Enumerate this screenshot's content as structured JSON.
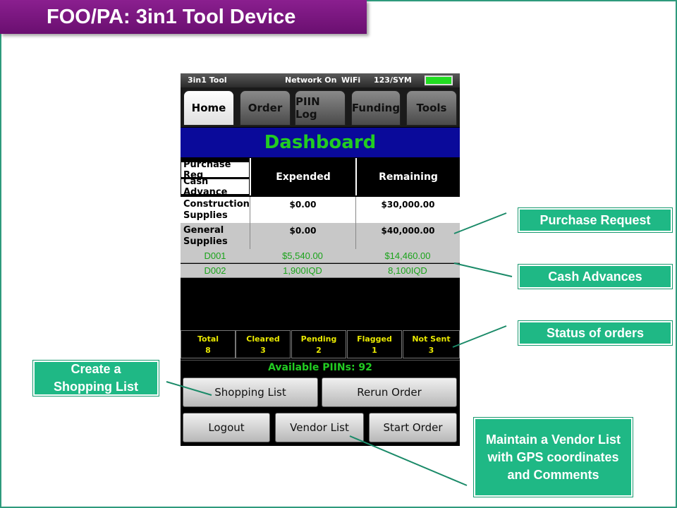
{
  "slide": {
    "title": "FOO/PA: 3in1 Tool Device"
  },
  "device": {
    "statusbar": {
      "app_name": "3in1 Tool",
      "network": "Network On",
      "wifi": "WiFi",
      "input_mode": "123/SYM"
    },
    "tabs": [
      {
        "label": "Home",
        "active": true
      },
      {
        "label": "Order",
        "active": false
      },
      {
        "label": "PIIN Log",
        "active": false
      },
      {
        "label": "Funding",
        "active": false
      },
      {
        "label": "Tools",
        "active": false
      }
    ],
    "dashboard_title": "Dashboard",
    "table": {
      "left_headers": [
        "Purchase Req",
        "Cash Advance"
      ],
      "columns": [
        "Expended",
        "Remaining"
      ],
      "purchase_rows": [
        {
          "name": "Construction Supplies",
          "expended": "$0.00",
          "remaining": "$30,000.00"
        },
        {
          "name": "General Supplies",
          "expended": "$0.00",
          "remaining": "$40,000.00"
        }
      ],
      "advance_rows": [
        {
          "id": "D001",
          "expended": "$5,540.00",
          "remaining": "$14,460.00"
        },
        {
          "id": "D002",
          "expended": "1,900IQD",
          "remaining": "8,100IQD"
        }
      ]
    },
    "status": [
      {
        "label": "Total",
        "count": "8"
      },
      {
        "label": "Cleared",
        "count": "3"
      },
      {
        "label": "Pending",
        "count": "2"
      },
      {
        "label": "Flagged",
        "count": "1"
      },
      {
        "label": "Not Sent",
        "count": "3"
      }
    ],
    "available_piins": "Available PIINs: 92",
    "buttons": {
      "shopping_list": "Shopping List",
      "rerun_order": "Rerun Order",
      "logout": "Logout",
      "vendor_list": "Vendor List",
      "start_order": "Start Order"
    }
  },
  "callouts": {
    "purchase_request": "Purchase Request",
    "cash_advances": "Cash Advances",
    "status_of_orders": "Status of orders",
    "shopping_list": "Create a Shopping List",
    "vendor_list": "Maintain a Vendor List with GPS coordinates and Comments"
  },
  "colors": {
    "title_banner": "#7a1a80",
    "callout": "#1fb885",
    "dashboard_bg": "#0a0a9a",
    "dashboard_text": "#22cc22",
    "status_text": "#e8e800"
  }
}
